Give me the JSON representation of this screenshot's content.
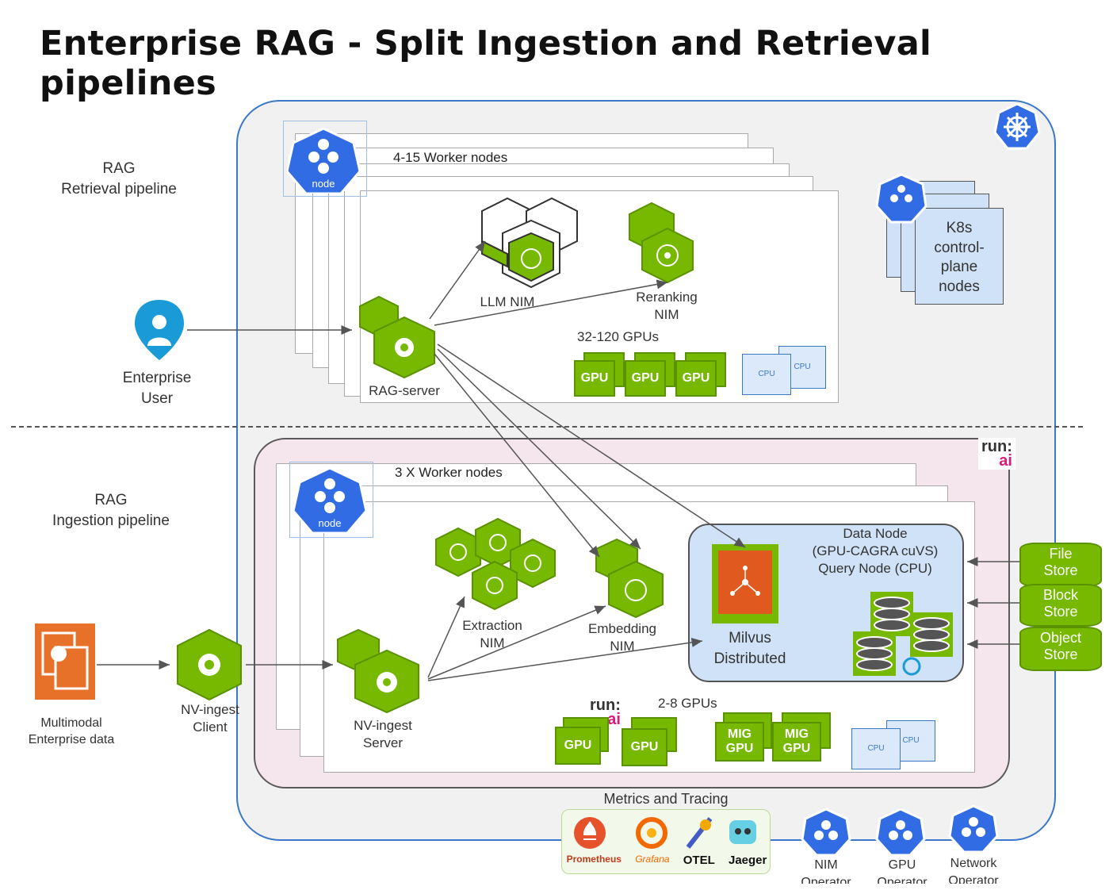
{
  "title": "Enterprise RAG - Split Ingestion and Retrieval pipelines",
  "retrieval": {
    "label_line1": "RAG",
    "label_line2": "Retrieval pipeline",
    "worker_nodes": "4-15 Worker nodes",
    "node_badge": "node",
    "llm_nim": "LLM NIM",
    "reranking_line1": "Reranking",
    "reranking_line2": "NIM",
    "gpu_count": "32-120 GPUs",
    "gpu_label": "GPU",
    "cpu_label": "CPU",
    "rag_server": "RAG-server",
    "user_line1": "Enterprise",
    "user_line2": "User"
  },
  "control_plane": {
    "line1": "K8s",
    "line2": "control-",
    "line3": "plane",
    "line4": "nodes"
  },
  "ingestion": {
    "label_line1": "RAG",
    "label_line2": "Ingestion pipeline",
    "worker_nodes": "3 X Worker nodes",
    "node_badge": "node",
    "runai_top": "run:",
    "runai_bottom": "ai",
    "extraction_line1": "Extraction",
    "extraction_line2": "NIM",
    "embedding_line1": "Embedding",
    "embedding_line2": "NIM",
    "data_node_line1": "Data Node",
    "data_node_line2": "(GPU-CAGRA cuVS)",
    "data_node_line3": "Query Node (CPU)",
    "milvus_line1": "Milvus",
    "milvus_line2": "Distributed",
    "gpu_count": "2-8 GPUs",
    "gpu_label": "GPU",
    "mig_line1": "MIG",
    "mig_line2": "GPU",
    "cpu_label": "CPU",
    "nv_server_line1": "NV-ingest",
    "nv_server_line2": "Server",
    "nv_client_line1": "NV-ingest",
    "nv_client_line2": "Client",
    "data_line1": "Multimodal",
    "data_line2": "Enterprise data"
  },
  "stores": [
    {
      "line1": "File",
      "line2": "Store"
    },
    {
      "line1": "Block",
      "line2": "Store"
    },
    {
      "line1": "Object",
      "line2": "Store"
    }
  ],
  "metrics": {
    "title": "Metrics and Tracing",
    "tools": [
      "Prometheus",
      "Grafana",
      "OTEL",
      "Jaeger"
    ]
  },
  "operators": [
    {
      "line1": "NIM",
      "line2": "Operator"
    },
    {
      "line1": "GPU",
      "line2": "Operator"
    },
    {
      "line1": "Network",
      "line2": "Operator"
    }
  ],
  "colors": {
    "nvidia_green": "#76b900",
    "k8s_blue": "#326ce5",
    "cluster_border": "#3b78c8",
    "milvus_orange": "#e05a1f",
    "runai_pink": "#e0187a"
  },
  "icons": [
    "kubernetes-icon",
    "node-icon",
    "user-icon",
    "nim-icon",
    "gpu-icon",
    "cpu-icon",
    "database-icon",
    "prometheus-icon",
    "grafana-icon",
    "otel-icon",
    "jaeger-icon",
    "document-icon",
    "gear-icon"
  ]
}
